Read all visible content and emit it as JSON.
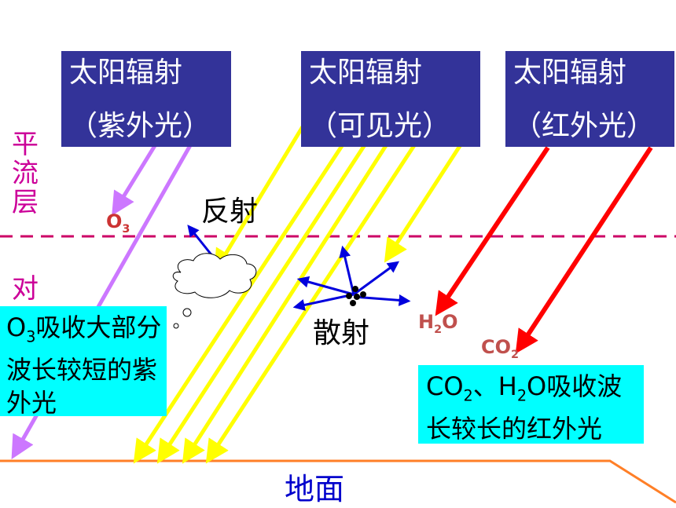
{
  "boxes": {
    "uv": {
      "title": "太阳辐射",
      "subtitle": "（紫外光）"
    },
    "visible": {
      "title": "太阳辐射",
      "subtitle": "（可见光）"
    },
    "infrared": {
      "title": "太阳辐射",
      "subtitle": "（红外光）"
    }
  },
  "layers": {
    "stratosphere": [
      "平",
      "流",
      "层"
    ],
    "troposphere": "对"
  },
  "labels": {
    "o3": "O",
    "o3_sub": "3",
    "reflection": "反射",
    "scattering": "散射",
    "h2o_h": "H",
    "h2o_sub": "2",
    "h2o_o": "O",
    "co2": "CO",
    "co2_sub": "2",
    "ground": "地面"
  },
  "notes": {
    "o3_note": {
      "prefix": "O",
      "sub": "3",
      "text": "吸收大部分波长较短的紫外光"
    },
    "co2_note": {
      "prefix": "CO",
      "sub1": "2",
      "mid": "、H",
      "sub2": "2",
      "text": "O吸收波长较长的红外光"
    }
  },
  "colors": {
    "box_bg": "#333399",
    "uv_arrow": "#cc77ff",
    "visible_arrow": "#ffff00",
    "ir_arrow": "#ff0000",
    "scatter_arrow": "#0000dd",
    "boundary": "#cc0066",
    "ground_line": "#ff7f27",
    "note_bg": "#00ffff"
  }
}
